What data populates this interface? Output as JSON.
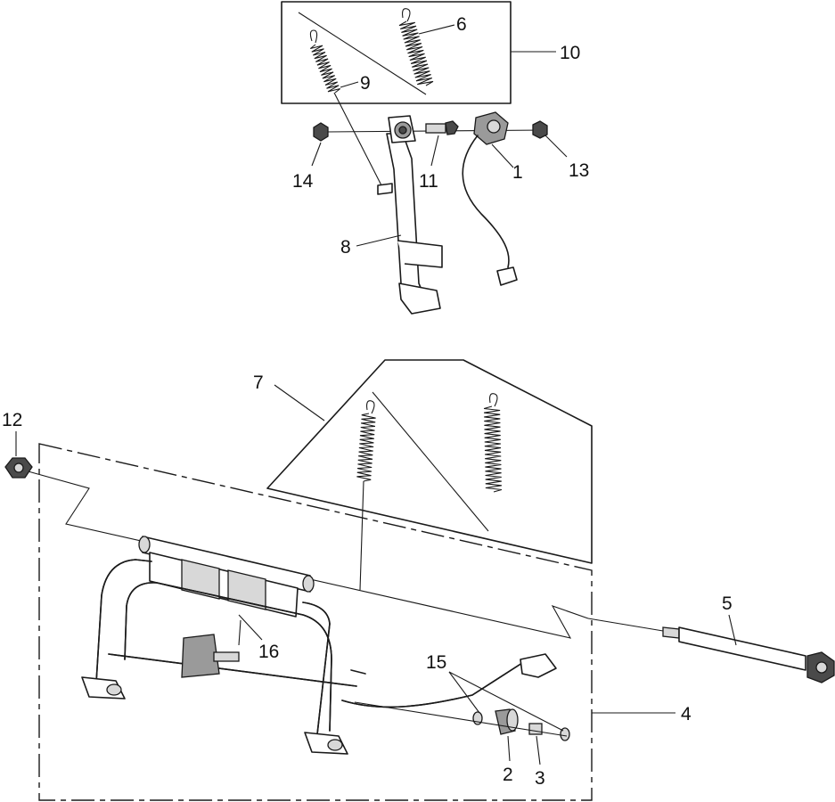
{
  "colors": {
    "line": "#1a1a1a",
    "background": "#ffffff"
  },
  "callouts": [
    {
      "id": "c1",
      "label": "1"
    },
    {
      "id": "c2",
      "label": "2"
    },
    {
      "id": "c3",
      "label": "3"
    },
    {
      "id": "c4",
      "label": "4"
    },
    {
      "id": "c5",
      "label": "5"
    },
    {
      "id": "c6",
      "label": "6"
    },
    {
      "id": "c7",
      "label": "7"
    },
    {
      "id": "c8",
      "label": "8"
    },
    {
      "id": "c9",
      "label": "9"
    },
    {
      "id": "c10",
      "label": "10"
    },
    {
      "id": "c11",
      "label": "11"
    },
    {
      "id": "c12",
      "label": "12"
    },
    {
      "id": "c13",
      "label": "13"
    },
    {
      "id": "c14",
      "label": "14"
    },
    {
      "id": "c15",
      "label": "15"
    },
    {
      "id": "c16",
      "label": "16"
    }
  ]
}
